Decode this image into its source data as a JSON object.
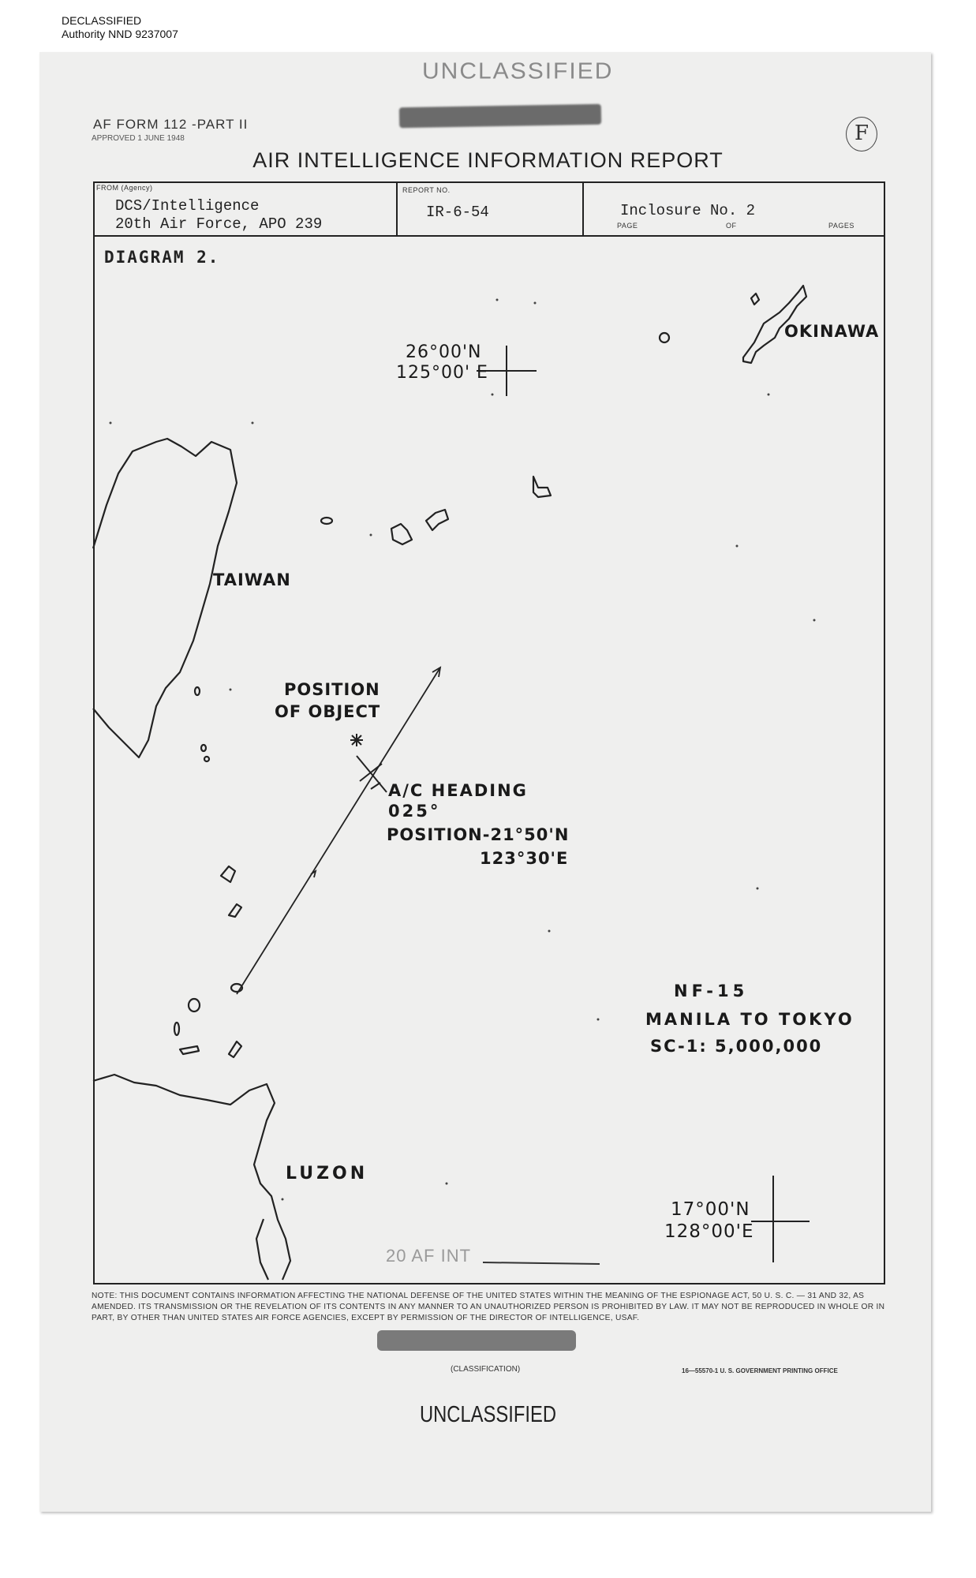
{
  "declassified": {
    "line1": "DECLASSIFIED",
    "line2": "Authority NND 9237007"
  },
  "stamps": {
    "top": "UNCLASSIFIED",
    "bottom": "UNCLASSIFIED",
    "circled_letter": "F"
  },
  "form": {
    "form_number": "AF FORM 112 -PART II",
    "approved": "APPROVED 1 JUNE 1948",
    "title": "AIR INTELLIGENCE INFORMATION REPORT"
  },
  "header": {
    "from_caption": "FROM (Agency)",
    "from_line1": "DCS/Intelligence",
    "from_line2": "20th Air Force, APO 239",
    "report_no_caption": "REPORT NO.",
    "report_no": "IR-6-54",
    "inclosure": "Inclosure No. 2",
    "page_caption": "PAGE",
    "of_caption": "OF",
    "pages_caption": "PAGES"
  },
  "diagram": {
    "title": "DIAGRAM 2.",
    "grid_ref_north": {
      "lat": "26°00'N",
      "lon": "125°00' E"
    },
    "grid_ref_south": {
      "lat": "17°00'N",
      "lon": "128°00'E"
    },
    "places": {
      "okinawa": "OKINAWA",
      "taiwan": "TAIWAN",
      "luzon": "LUZON"
    },
    "object_label_1": "POSITION",
    "object_label_2": "OF OBJECT",
    "aircraft": {
      "heading_label": "A/C HEADING",
      "heading_value": "025°",
      "position_lat": "POSITION-21°50'N",
      "position_lon": "123°30'E"
    },
    "map_info": {
      "chart": "NF-15",
      "route": "MANILA TO TOKYO",
      "scale": "SC-1: 5,000,000"
    },
    "form_footer": "20 AF INT"
  },
  "note": "NOTE: THIS DOCUMENT CONTAINS INFORMATION AFFECTING THE NATIONAL DEFENSE OF THE UNITED STATES WITHIN THE MEANING OF THE ESPIONAGE ACT, 50 U. S. C. — 31 AND 32, AS AMENDED. ITS TRANSMISSION OR THE REVELATION OF ITS CONTENTS IN ANY MANNER TO AN UNAUTHORIZED PERSON IS PROHIBITED BY LAW. IT MAY NOT BE REPRODUCED IN WHOLE OR IN PART, BY OTHER THAN UNITED STATES AIR FORCE AGENCIES, EXCEPT BY PERMISSION OF THE DIRECTOR OF INTELLIGENCE, USAF.",
  "classification_caption": "(CLASSIFICATION)",
  "gpo": "16—55570-1   U. S. GOVERNMENT PRINTING OFFICE",
  "colors": {
    "paper": "#efefee",
    "ink": "#1a1a1a",
    "redaction": "#6b6b6b"
  }
}
